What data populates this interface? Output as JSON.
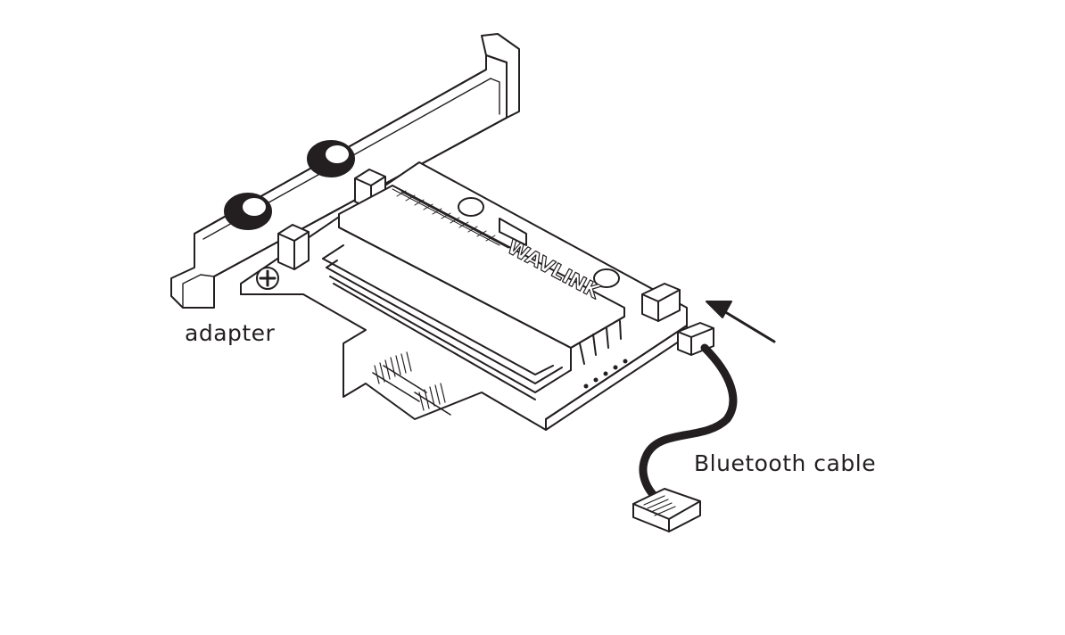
{
  "labels": {
    "adapter": "adapter",
    "bluetooth_cable": "Bluetooth cable"
  },
  "brand": "WAVLINK",
  "colors": {
    "ink": "#231f20",
    "background": "#ffffff"
  }
}
